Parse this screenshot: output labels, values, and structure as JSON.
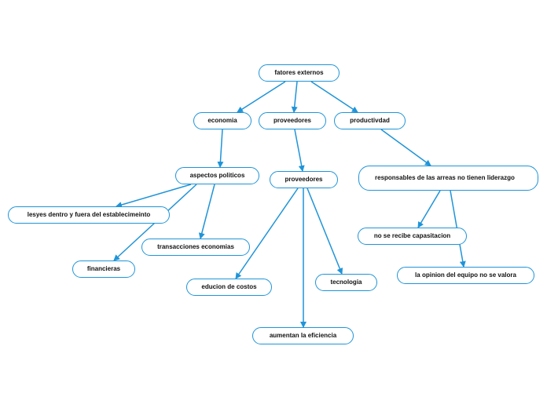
{
  "diagram": {
    "type": "mind-map",
    "line_color": "#1f94d8",
    "nodes": {
      "fatores": "fatores externos",
      "economia": "economia",
      "proveedores1": "proveedores",
      "productividad": "productivdad",
      "aspectos": "aspectos politicos",
      "proveedores2": "proveedores",
      "responsables": "responsables de las arreas no tienen liderazgo",
      "leyes": "lesyes dentro y fuera del establecimeinto",
      "transacciones": "transacciones economias",
      "financieras": "financieras",
      "costos": "educion de costos",
      "tecnologia": "tecnologia",
      "eficiencia": "aumentan la eficiencia",
      "capacitacion": "no se recibe capasitacion",
      "opinion": "la opinion del equipo no se valora"
    },
    "edges": [
      [
        "fatores",
        "economia"
      ],
      [
        "fatores",
        "proveedores1"
      ],
      [
        "fatores",
        "productividad"
      ],
      [
        "economia",
        "aspectos"
      ],
      [
        "proveedores1",
        "proveedores2"
      ],
      [
        "productividad",
        "responsables"
      ],
      [
        "aspectos",
        "leyes"
      ],
      [
        "aspectos",
        "financieras"
      ],
      [
        "aspectos",
        "transacciones"
      ],
      [
        "proveedores2",
        "costos"
      ],
      [
        "proveedores2",
        "eficiencia"
      ],
      [
        "proveedores2",
        "tecnologia"
      ],
      [
        "responsables",
        "capacitacion"
      ],
      [
        "responsables",
        "opinion"
      ]
    ]
  }
}
